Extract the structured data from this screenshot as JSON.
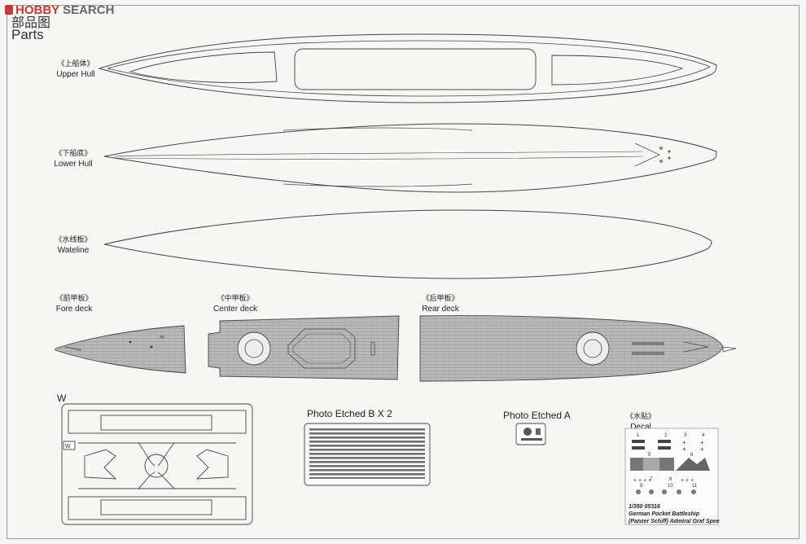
{
  "watermark": {
    "brand_a": "HOBBY",
    "brand_b": " SEARCH"
  },
  "header": {
    "title_cn": "部品图",
    "title_en": "Parts"
  },
  "parts": {
    "upper_hull": {
      "cn": "《上船体》",
      "en": "Upper Hull"
    },
    "lower_hull": {
      "cn": "《下船底》",
      "en": "Lower Hull"
    },
    "wateline": {
      "cn": "《水线板》",
      "en": "Wateline"
    },
    "fore_deck": {
      "cn": "《前甲板》",
      "en": "Fore deck"
    },
    "center_deck": {
      "cn": "《中甲板》",
      "en": "Center deck"
    },
    "rear_deck": {
      "cn": "《后甲板》",
      "en": "Rear deck"
    },
    "sprue_w": {
      "label": "W"
    },
    "photo_etched_b": {
      "label": "Photo Etched B X 2"
    },
    "photo_etched_a": {
      "label": "Photo Etched A"
    },
    "decal": {
      "cn": "《水贴》",
      "en": "Decal"
    }
  },
  "decal_sheet": {
    "scale_code": "1/350 05316",
    "line1": "German Pocket Battleship",
    "line2": "(Panzer Schiff) Admiral Graf Spee",
    "numbers": [
      "1",
      "2",
      "3",
      "4",
      "5",
      "6",
      "7",
      "8",
      "9",
      "10",
      "11"
    ]
  },
  "colors": {
    "brand": "#c43a3a",
    "deck": "#b9b9b9",
    "line": "#444444"
  }
}
